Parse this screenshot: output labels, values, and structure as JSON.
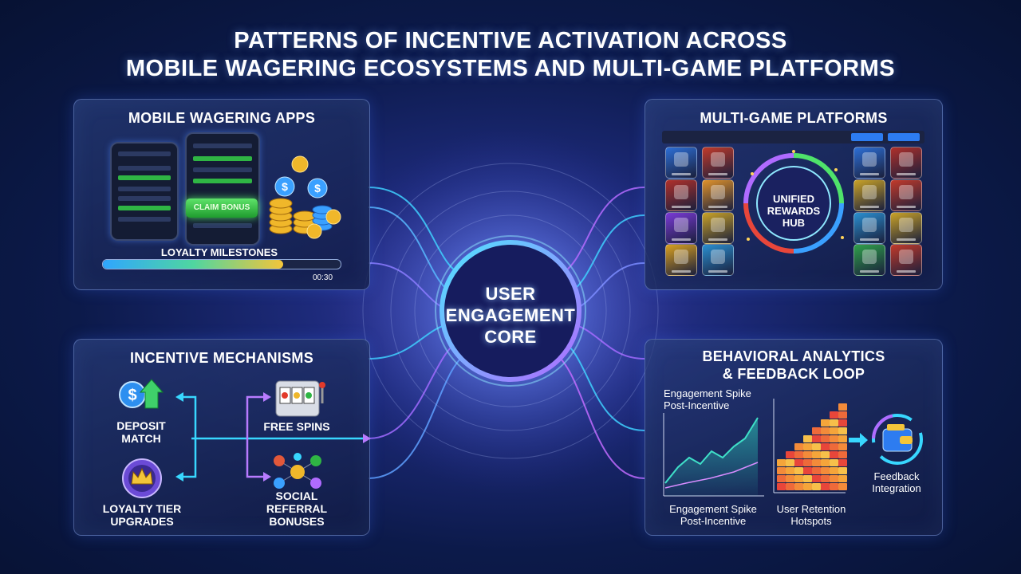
{
  "title": {
    "line1": "PATTERNS OF INCENTIVE ACTIVATION ACROSS",
    "line2": "MOBILE WAGERING ECOSYSTEMS AND MULTI-GAME PLATFORMS"
  },
  "core": {
    "line1": "USER",
    "line2": "ENGAGEMENT",
    "line3": "CORE"
  },
  "mobile": {
    "title": "MOBILE WAGERING APPS",
    "claim_button": "CLAIM BONUS",
    "milestones_label": "LOYALTY MILESTONES",
    "counter": "00:30",
    "progress_fraction": 0.76
  },
  "multigame": {
    "title": "MULTI-GAME PLATFORMS",
    "hub_line1": "UNIFIED",
    "hub_line2": "REWARDS",
    "hub_line3": "HUB"
  },
  "incentives": {
    "title": "INCENTIVE MECHANISMS",
    "deposit_line1": "DEPOSIT",
    "deposit_line2": "MATCH",
    "spins": "FREE SPINS",
    "loyalty_line1": "LOYALTY TIER",
    "loyalty_line2": "UPGRADES",
    "referral_line1": "SOCIAL",
    "referral_line2": "REFERRAL",
    "referral_line3": "BONUSES"
  },
  "analytics": {
    "title_line1": "BEHAVIORAL ANALYTICS",
    "title_line2": "& FEEDBACK LOOP",
    "chart_top_line1": "Engagement Spike",
    "chart_top_line2": "Post-Incentive",
    "chart_bottom_line1": "Engagement Spike",
    "chart_bottom_line2": "Post-Incentive",
    "retention_line1": "User Retention",
    "retention_line2": "Hotspots",
    "feedback_line1": "Feedback",
    "feedback_line2": "Integration"
  },
  "colors": {
    "accent_cyan": "#38d7ff",
    "accent_violet": "#a36bff",
    "accent_green": "#2fb544",
    "accent_gold": "#f3c53a"
  }
}
